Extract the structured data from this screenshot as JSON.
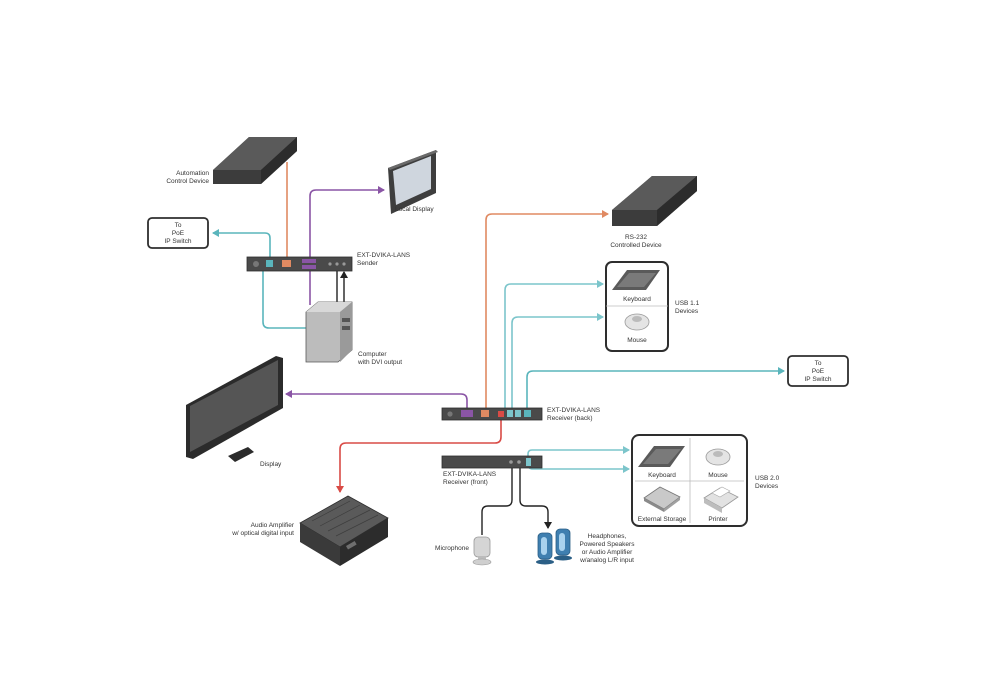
{
  "colors": {
    "hdmi_purple": "#8a55a5",
    "rs232_orange": "#e08a62",
    "ethernet_teal": "#5ab5bc",
    "audio_red": "#d94b46",
    "usb_teal": "#7cc5cb",
    "cable_black": "#222222",
    "device_dark": "#4a4a4a"
  },
  "labels": {
    "automation": [
      "Automation",
      "Control Device"
    ],
    "local_display": [
      "Local Display"
    ],
    "poe_left": [
      "To",
      "PoE",
      "IP Switch"
    ],
    "sender": [
      "EXT-DVIKA-LANS",
      "Sender"
    ],
    "computer": [
      "Computer",
      "with DVI output"
    ],
    "rs232": [
      "RS-232",
      "Controlled Device"
    ],
    "usb11_keyboard": "Keyboard",
    "usb11_mouse": "Mouse",
    "usb11_title": [
      "USB 1.1",
      "Devices"
    ],
    "poe_right": [
      "To",
      "PoE",
      "IP Switch"
    ],
    "receiver_back": [
      "EXT-DVIKA-LANS",
      "Receiver (back)"
    ],
    "display": [
      "Display"
    ],
    "receiver_front": [
      "EXT-DVIKA-LANS",
      "Receiver (front)"
    ],
    "usb20_keyboard": "Keyboard",
    "usb20_mouse": "Mouse",
    "usb20_storage": "External Storage",
    "usb20_printer": "Printer",
    "usb20_title": [
      "USB 2.0",
      "Devices"
    ],
    "amplifier": [
      "Audio Amplifier",
      "w/ optical digital input"
    ],
    "microphone": [
      "Microphone"
    ],
    "headphones": [
      "Headphones,",
      "Powered Speakers",
      "or Audio Amplifier",
      "w/analog L/R input"
    ]
  },
  "devices": [
    "automation-control-device-icon",
    "local-display-icon",
    "sender-unit-icon",
    "computer-tower-icon",
    "rs232-device-icon",
    "keyboard-icon",
    "mouse-icon",
    "receiver-back-unit-icon",
    "display-icon",
    "receiver-front-unit-icon",
    "external-storage-icon",
    "printer-icon",
    "audio-amplifier-icon",
    "microphone-icon",
    "headphones-icon"
  ]
}
